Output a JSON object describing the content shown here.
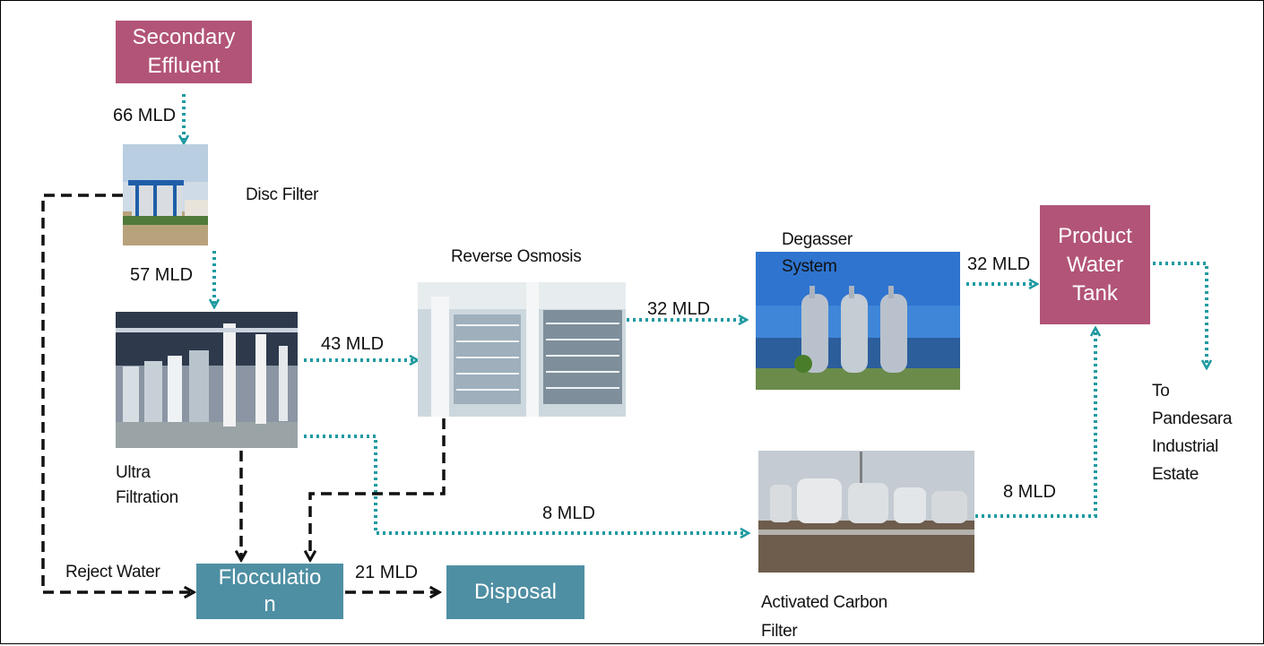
{
  "colors": {
    "clean_flow": "#1f9aa0",
    "reject_flow": "#111111",
    "box_pink": "#b25478",
    "box_teal": "#4f8fa3"
  },
  "boxes": {
    "secondary_effluent": [
      "Secondary",
      "Effluent"
    ],
    "product_water_tank": [
      "Product",
      "Water",
      "Tank"
    ],
    "flocculation": [
      "Flocculatio",
      "n"
    ],
    "disposal": "Disposal"
  },
  "labels": {
    "disc_filter": "Disc Filter",
    "reverse_osmosis": "Reverse Osmosis",
    "degasser": [
      "Degasser",
      "System"
    ],
    "ultra_filtration": [
      "Ultra",
      "Filtration"
    ],
    "activated_carbon": [
      "Activated Carbon",
      "Filter"
    ],
    "destination": [
      "To",
      "Pandesara",
      "Industrial",
      "Estate"
    ],
    "reject_water": "Reject Water"
  },
  "flows": {
    "effluent_to_disc": "66 MLD",
    "disc_to_uf": "57 MLD",
    "uf_to_ro": "43 MLD",
    "ro_to_degasser": "32 MLD",
    "degasser_to_tank": "32 MLD",
    "uf_to_carbon": "8 MLD",
    "carbon_to_tank": "8 MLD",
    "flocculation_to_disposal": "21 MLD"
  }
}
